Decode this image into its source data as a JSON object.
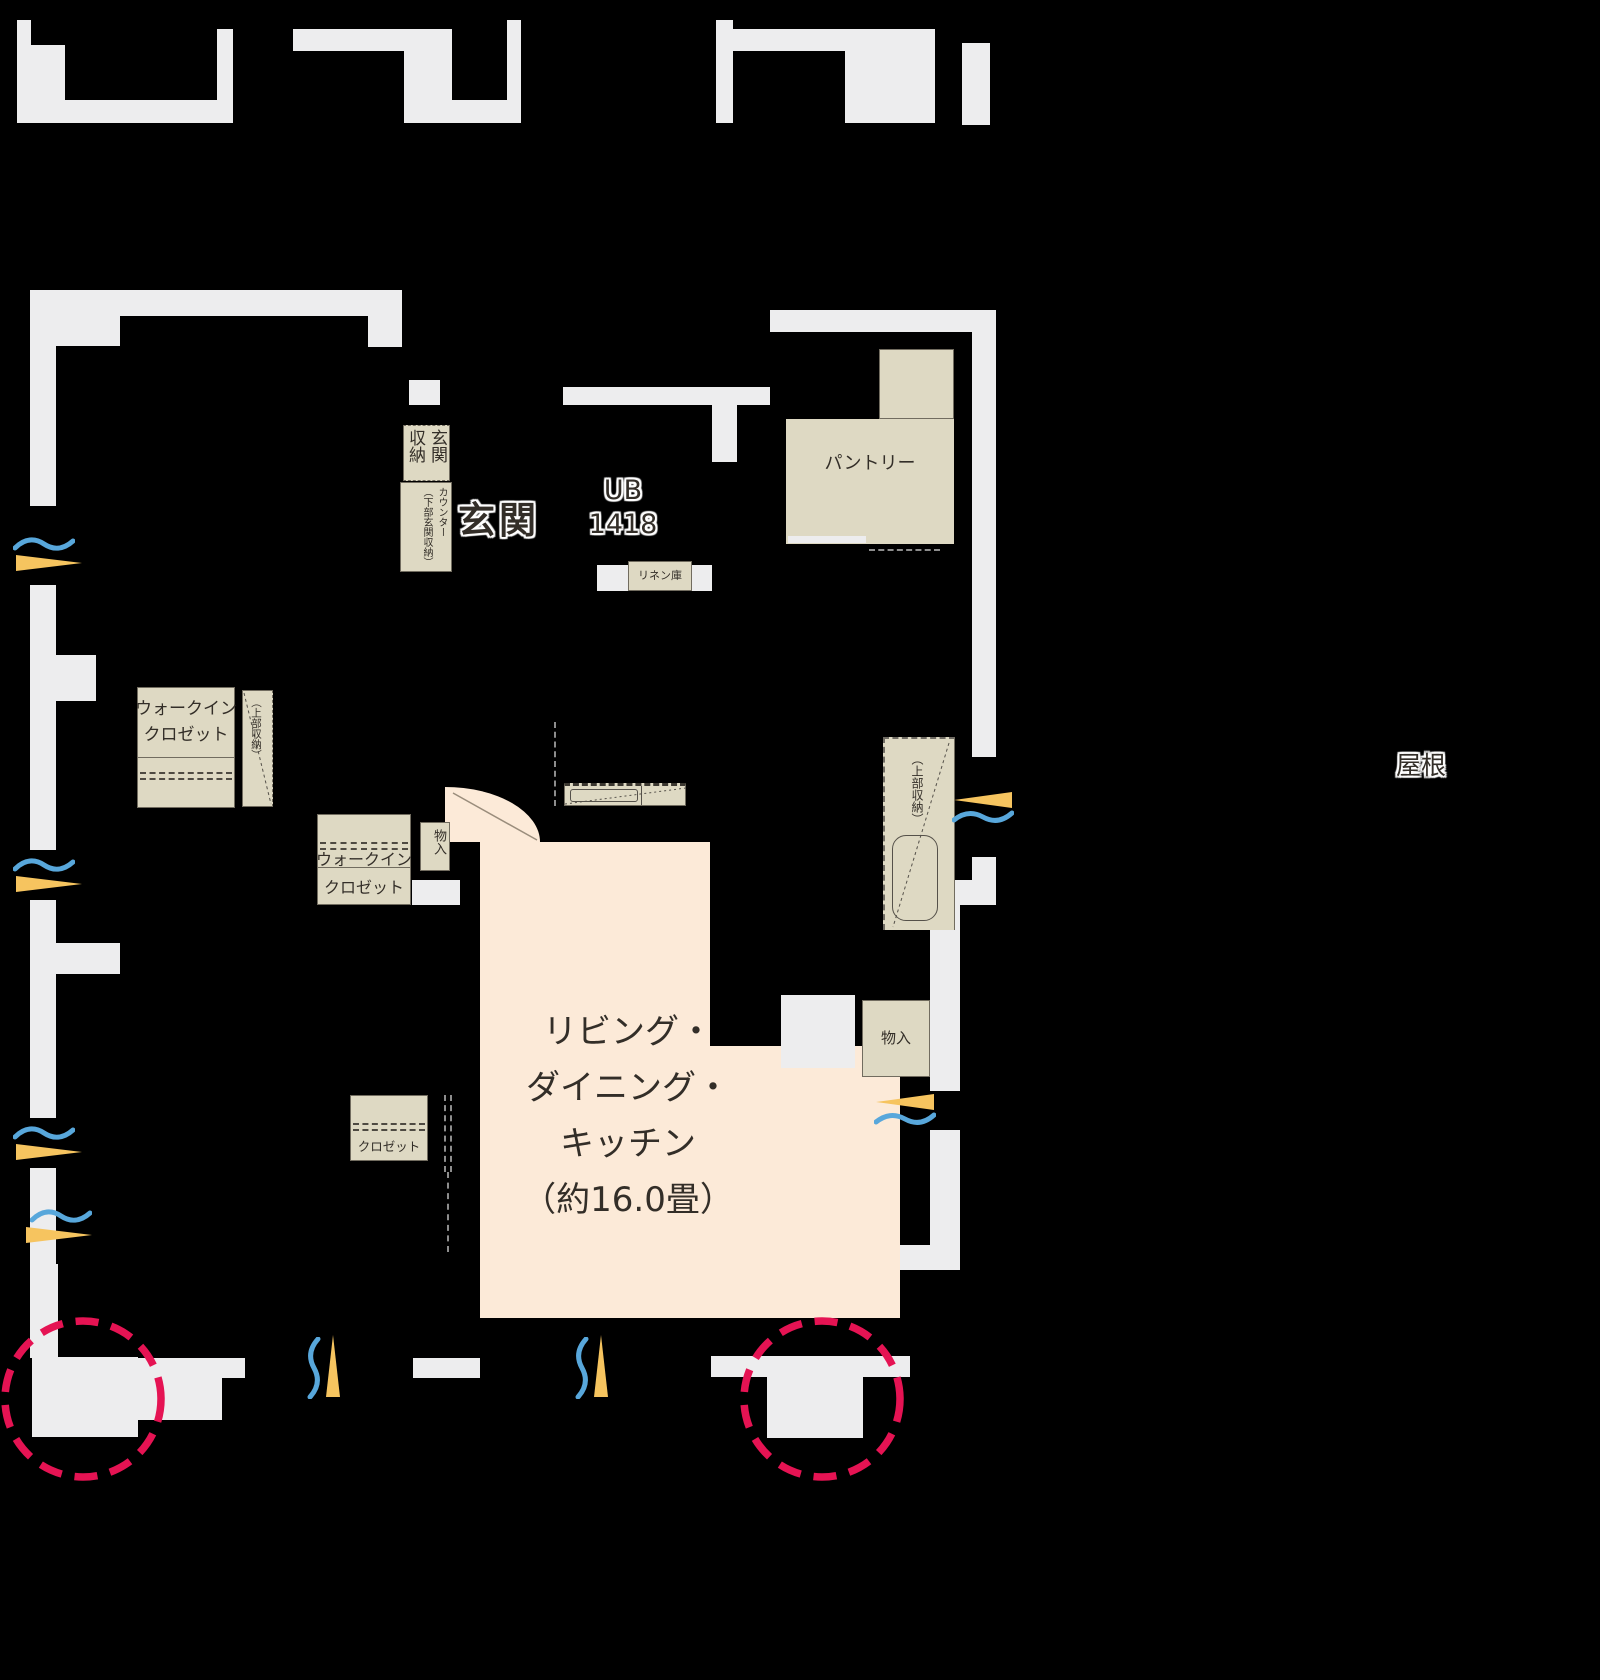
{
  "floorplan": {
    "labels": {
      "entrance": "玄関",
      "entrance_storage_line1": "玄関",
      "entrance_storage_line2": "収納",
      "entrance_counter_line1": "カウンター",
      "entrance_counter_line2": "（下部玄関収納）",
      "unit_bath_line1": "UB",
      "unit_bath_line2": "1418",
      "pantry": "パントリー",
      "linen_closet": "リネン庫",
      "walkin_closet1_line1": "ウォークイン",
      "walkin_closet1_line2": "クロゼット",
      "upper_storage_closet": "（上部収納）",
      "walkin_closet2_line1": "ウォークイン",
      "walkin_closet2_line2": "クロゼット",
      "storage_upper_small": "物入",
      "storage_ldk": "物入",
      "closet": "クロゼット",
      "kitchen_upper_storage": "（上部収納）",
      "ldk_line1": "リビング・",
      "ldk_line2": "ダイニング・",
      "ldk_line3": "キッチン",
      "ldk_line4": "（約16.0畳）",
      "roof": "屋根"
    },
    "colors": {
      "background": "#000000",
      "wall": "#ededee",
      "fixture_fill": "#ded9c3",
      "room_fill": "#fcead8",
      "highlight_circle": "#e51353",
      "sunlight": "#f6c45f",
      "breeze": "#58a7db",
      "label_text": "#332e28"
    }
  }
}
